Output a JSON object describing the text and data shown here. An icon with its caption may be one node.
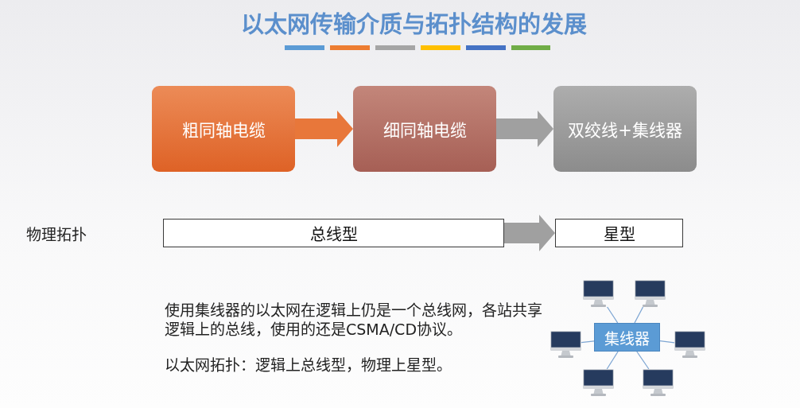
{
  "diagram": {
    "title": "以太网传输介质与拓扑结构的发展",
    "nodes": [
      {
        "text": [
          "粗同轴电缆"
        ]
      },
      {
        "text": [
          "细同轴电缆"
        ]
      },
      {
        "text": [
          "双绞线+集线器"
        ]
      },
      {
        "text": [
          "总线型"
        ]
      },
      {
        "text": [
          "星型"
        ]
      },
      {
        "text": [
          "集线器"
        ]
      },
      {
        "text": [],
        "shape": "picture"
      },
      {
        "text": [],
        "shape": "picture"
      },
      {
        "text": [],
        "shape": "picture"
      },
      {
        "text": [],
        "shape": "picture"
      },
      {
        "text": [],
        "shape": "picture"
      },
      {
        "text": [],
        "shape": "picture"
      }
    ],
    "edges": [
      {
        "from": 0,
        "to": 1,
        "arrow": "to",
        "style": "thick",
        "color": "#e8773a"
      },
      {
        "from": 1,
        "to": 2,
        "arrow": "to",
        "style": "thick",
        "color": "#a0a0a0"
      },
      {
        "from": 3,
        "to": 4,
        "arrow": "to",
        "style": "thick",
        "color": "#a0a0a0"
      },
      {
        "from": 5,
        "to": 6,
        "arrow": "none"
      },
      {
        "from": 5,
        "to": 7,
        "arrow": "none"
      },
      {
        "from": 5,
        "to": 8,
        "arrow": "none"
      },
      {
        "from": 5,
        "to": 9,
        "arrow": "none"
      },
      {
        "from": 5,
        "to": 10,
        "arrow": "none"
      },
      {
        "from": 5,
        "to": 11,
        "arrow": "none"
      }
    ],
    "labels": [
      "物理拓扑",
      "使用集线器的以太网在逻辑上仍是一个总线网，各站共享逻辑上的总线，使用的还是CSMA/CD协议。",
      "以太网拓扑：逻辑上总线型，物理上星型。"
    ]
  }
}
